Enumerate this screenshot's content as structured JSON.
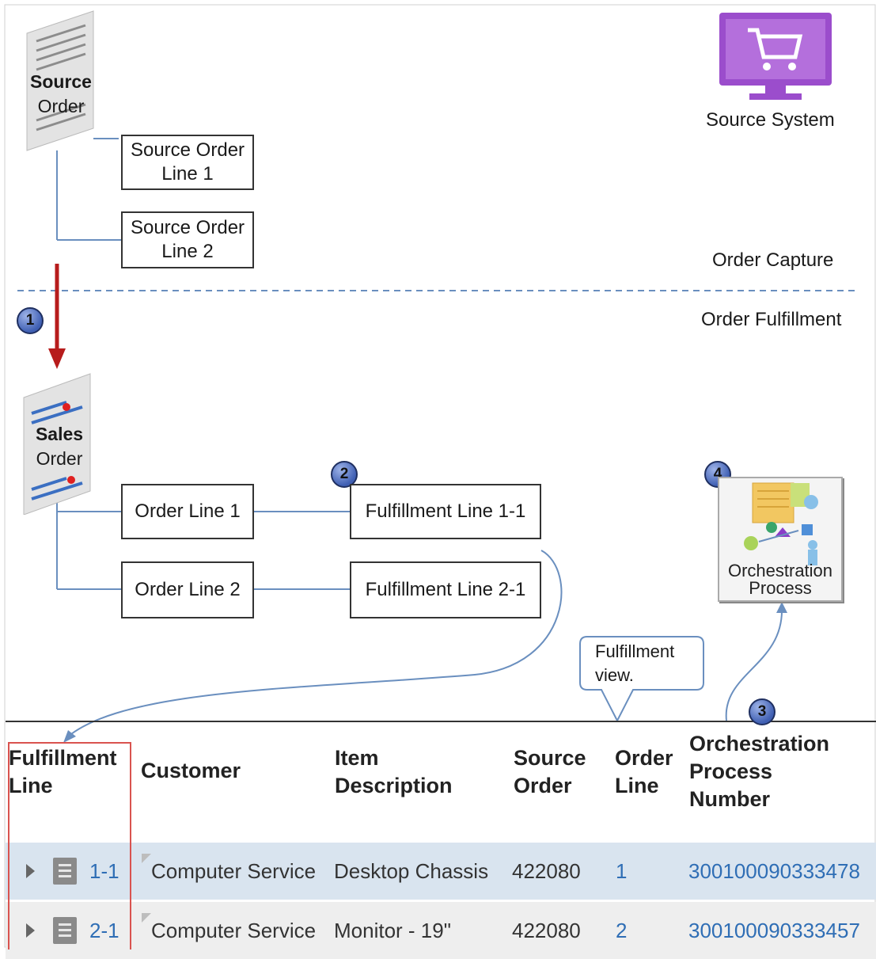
{
  "source_order": {
    "title": "Source",
    "subtitle": "Order"
  },
  "source_system": {
    "label": "Source System"
  },
  "source_lines": [
    "Source Order\nLine 1",
    "Source Order\nLine 2"
  ],
  "zones": {
    "capture": "Order Capture",
    "fulfillment": "Order Fulfillment"
  },
  "sales_order": {
    "title": "Sales",
    "subtitle": "Order"
  },
  "order_lines": [
    "Order Line 1",
    "Order Line 2"
  ],
  "fulfillment_lines": [
    "Fulfillment Line 1-1",
    "Fulfillment Line 2-1"
  ],
  "orchestration": {
    "label": "Orchestration\nProcess"
  },
  "callout": {
    "text": "Fulfillment\nview."
  },
  "badges": [
    "1",
    "2",
    "3",
    "4"
  ],
  "colors": {
    "accent": "#b71c1c",
    "line": "#6a8fbf",
    "badge": "#3f5fb3",
    "link": "#2f6eb5",
    "row_highlight": "#d9e4ef",
    "row": "#eeeeee",
    "monitor": "#9b4dcc"
  },
  "table": {
    "headers": [
      "Fulfillment\nLine",
      "Customer",
      "Item\nDescription",
      "Source\nOrder",
      "Order\nLine",
      "Orchestration\nProcess\nNumber"
    ],
    "rows": [
      {
        "fulfillment_line": "1-1",
        "customer": "Computer Service",
        "item": "Desktop Chassis",
        "source_order": "422080",
        "order_line": "1",
        "process_number": "300100090333478"
      },
      {
        "fulfillment_line": "2-1",
        "customer": "Computer Service",
        "item": "Monitor - 19\"",
        "source_order": "422080",
        "order_line": "2",
        "process_number": "300100090333457"
      }
    ]
  }
}
